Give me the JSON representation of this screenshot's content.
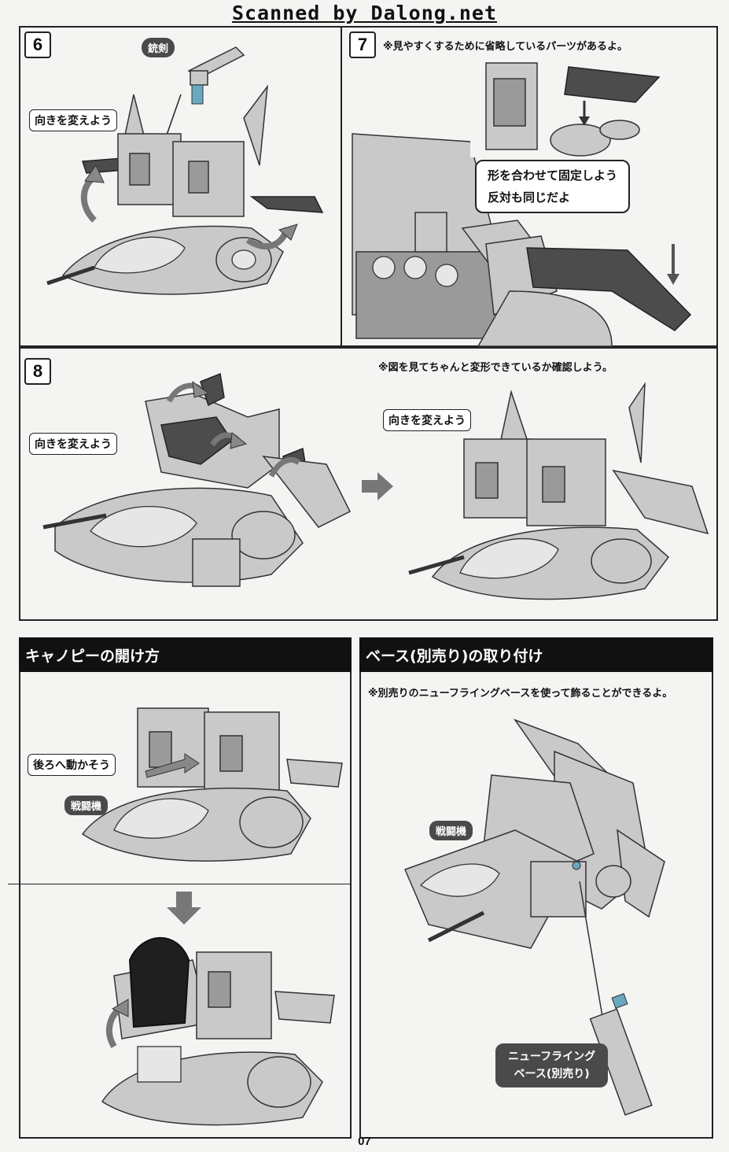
{
  "header": {
    "watermark": "Scanned by Dalong.net"
  },
  "page": {
    "number": "07"
  },
  "step6": {
    "number": "6",
    "sword_label": "銃剣",
    "callout": "向きを変えよう"
  },
  "step7": {
    "number": "7",
    "note": "※見やすくするために省略しているパーツがあるよ。",
    "callout_line1": "形を合わせて固定しよう",
    "callout_line2": "反対も同じだよ"
  },
  "step8": {
    "number": "8",
    "callout_left": "向きを変えよう",
    "note": "※図を見てちゃんと変形できているか確認しよう。",
    "callout_right": "向きを変えよう"
  },
  "canopy": {
    "title": "キャノピーの開け方",
    "callout": "後ろへ動かそう",
    "label": "戦闘機"
  },
  "base": {
    "title": "ベース(別売り)の取り付け",
    "note": "※別売りのニューフライングベースを使って飾ることができるよ。",
    "label": "戦闘機",
    "part_line1": "ニューフライング",
    "part_line2": "ベース(別売り)"
  },
  "colors": {
    "ink": "#111111",
    "panel": "#c9c9c9",
    "dark_part": "#4c4c4c",
    "paper": "#f4f4f2",
    "peg": "#6aa8c0"
  },
  "icons": [
    "arrow-right-icon",
    "arrow-down-icon",
    "rotate-arrow-icon"
  ]
}
